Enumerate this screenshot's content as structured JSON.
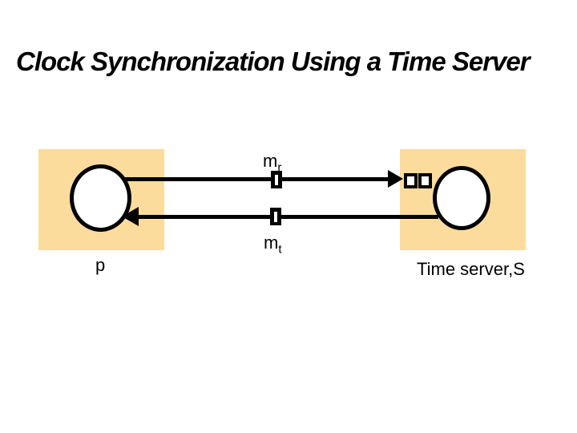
{
  "title": "Clock Synchronization Using a Time Server",
  "labels": {
    "process": "p",
    "server": "Time server,S",
    "request": {
      "base": "m",
      "sub": "r"
    },
    "reply": {
      "base": "m",
      "sub": "t"
    }
  },
  "colors": {
    "background": "#FFFFFF",
    "box_fill": "#FCDC9C",
    "stroke": "#000000",
    "node_fill": "#FFFFFF",
    "text": "#000000"
  }
}
